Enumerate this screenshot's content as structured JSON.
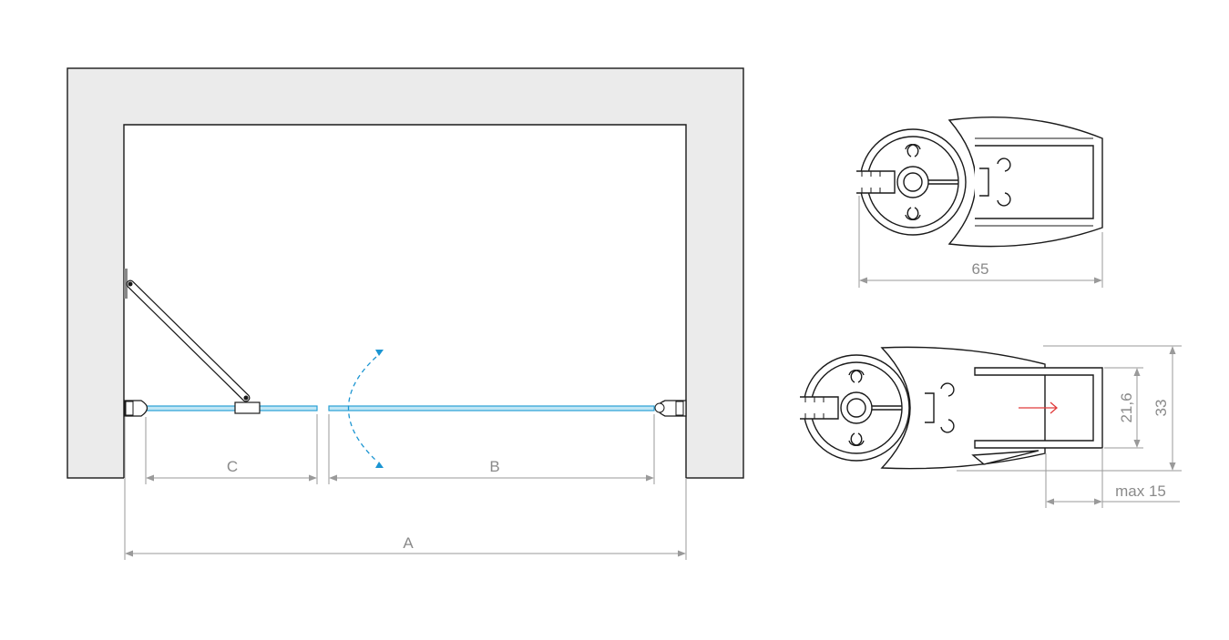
{
  "plan_view": {
    "dimensions": {
      "c_label": "C",
      "b_label": "B",
      "a_label": "A"
    },
    "glass_color": "#2aa0d4",
    "swing_arrow_color": "#1b95d2",
    "wall_color": "#ebebeb"
  },
  "profile_top": {
    "width_label": "65"
  },
  "profile_bottom": {
    "inner_label": "21,6",
    "outer_label": "33",
    "adjust_label": "max 15",
    "arrow_color": "#e03a3a"
  }
}
